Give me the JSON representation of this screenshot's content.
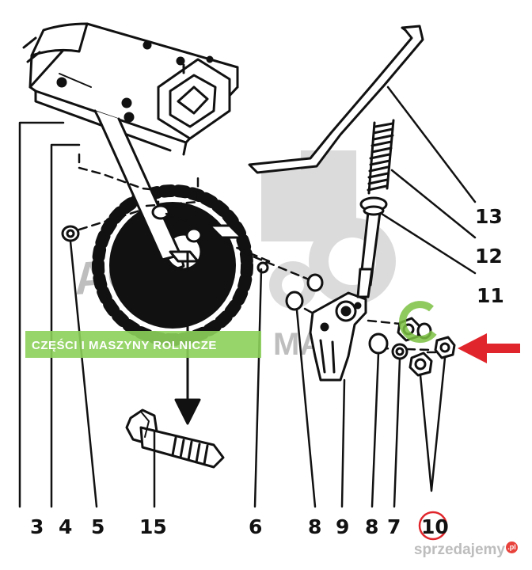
{
  "callouts": {
    "c3": "3",
    "c4": "4",
    "c5": "5",
    "c15": "15",
    "c6": "6",
    "c8a": "8",
    "c9": "9",
    "c8b": "8",
    "c7": "7",
    "c10": "10",
    "c13": "13",
    "c12": "12",
    "c11": "11"
  },
  "watermark": {
    "banner": "CZĘŚCI I MASZYNY ROLNICZE",
    "agro": "AGRO",
    "max": "MAX",
    "site": "sprzedajemy",
    "site_tld": ".pl"
  },
  "colors": {
    "ink": "#111111",
    "banner_green": "#8ccf5a",
    "logo_green": "#7bc143",
    "arrow_red": "#e0262c",
    "watermark_gray": "#8a8a8a"
  }
}
